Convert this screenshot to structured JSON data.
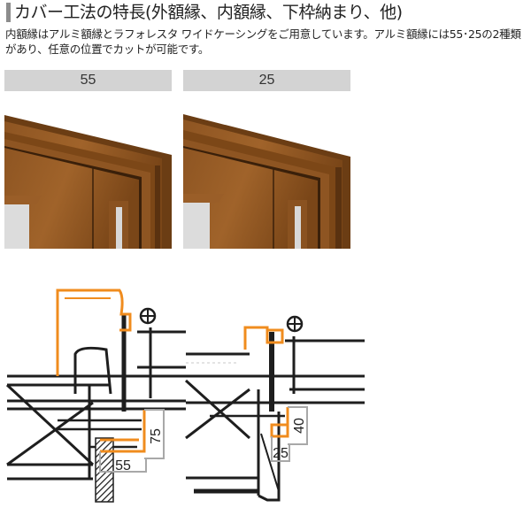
{
  "header": {
    "title": "カバー工法の特長(外額縁、内額縁、下枠納まり、他)",
    "description": "内額縁はアルミ額縁とラフォレスタ ワイドケーシングをご用意しています。アルミ額縁には55･25の2種類があり、任意の位置でカットが可能です。"
  },
  "variants": [
    {
      "label": "55",
      "photo": "door-frame-wood-photo-55",
      "dimensions": {
        "horizontal": "55",
        "vertical": "75"
      }
    },
    {
      "label": "25",
      "photo": "door-frame-wood-photo-25",
      "dimensions": {
        "horizontal": "25",
        "vertical": "40"
      }
    }
  ],
  "colors": {
    "accent_orange": "#f08c1e",
    "line_dark": "#1e1e1e",
    "dimension_gray": "#a8a8a8",
    "label_bar": "#d3d3d3",
    "wood_dark": "#5a3210",
    "wood_mid": "#8a5220",
    "wood_light": "#a8692a"
  }
}
